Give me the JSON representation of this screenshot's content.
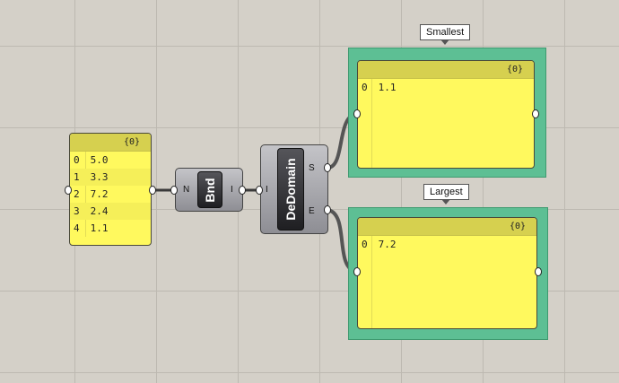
{
  "input_panel": {
    "header": "{0}",
    "rows": [
      {
        "index": "0",
        "value": "5.0"
      },
      {
        "index": "1",
        "value": "3.3"
      },
      {
        "index": "2",
        "value": "7.2"
      },
      {
        "index": "3",
        "value": "2.4"
      },
      {
        "index": "4",
        "value": "1.1"
      }
    ]
  },
  "bounds_component": {
    "name": "Bnd",
    "input_label": "N",
    "output_label": "I"
  },
  "dedomain_component": {
    "name": "DeDomain",
    "input_label": "I",
    "output_start_label": "S",
    "output_end_label": "E"
  },
  "smallest_group": {
    "tooltip": "Smallest",
    "panel": {
      "header": "{0}",
      "rows": [
        {
          "index": "0",
          "value": "1.1"
        }
      ]
    }
  },
  "largest_group": {
    "tooltip": "Largest",
    "panel": {
      "header": "{0}",
      "rows": [
        {
          "index": "0",
          "value": "7.2"
        }
      ]
    }
  },
  "colors": {
    "canvas": "#d4d0c8",
    "panel": "#fff95e",
    "group": "#5dbf94"
  }
}
